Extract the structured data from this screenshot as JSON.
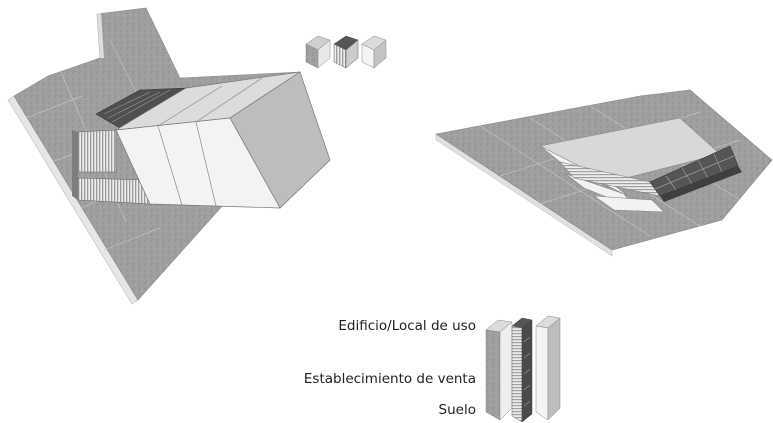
{
  "legend": {
    "building_label": "Edificio/Local de uso",
    "store_label": "Establecimiento de venta",
    "ground_label": "Suelo"
  },
  "colors": {
    "ground": "#9d9d9d",
    "ground_edge": "#d8d8d8",
    "building_top": "#dcdcdc",
    "building_side": "#bdbdbd",
    "building_front": "#f2f2f2",
    "store_dark": "#555555",
    "store_stripe": "#cfcfcf"
  }
}
